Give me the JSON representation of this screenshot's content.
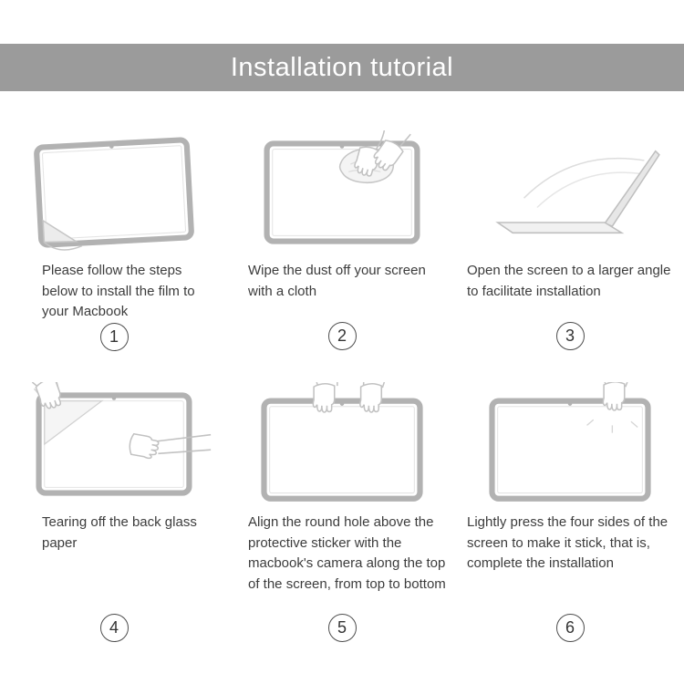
{
  "colors": {
    "header_bg": "#9b9b9b",
    "header_text": "#ffffff",
    "line_art": "#c2c2c2",
    "caption_text": "#3c3c3c"
  },
  "header": {
    "title": "Installation tutorial"
  },
  "steps": [
    {
      "number": "1",
      "caption": "Please follow the steps below to install the film to your Macbook",
      "illustration": "macbook-screen-film-corner-peel"
    },
    {
      "number": "2",
      "caption": "Wipe the dust off your screen with a cloth",
      "illustration": "hands-wiping-screen-with-cloth"
    },
    {
      "number": "3",
      "caption": "Open the screen to a larger angle to facilitate installation",
      "illustration": "laptop-opened-wide-angle"
    },
    {
      "number": "4",
      "caption": "Tearing off the back glass paper",
      "illustration": "hands-tearing-back-glass-paper"
    },
    {
      "number": "5",
      "caption": "Align the round hole above the protective sticker with the macbook's camera along the top of the screen, from top to bottom",
      "illustration": "hands-aligning-film-with-camera"
    },
    {
      "number": "6",
      "caption": "Lightly press the four sides of the screen to make it stick, that is, complete the installation",
      "illustration": "hand-pressing-screen-sides"
    }
  ]
}
